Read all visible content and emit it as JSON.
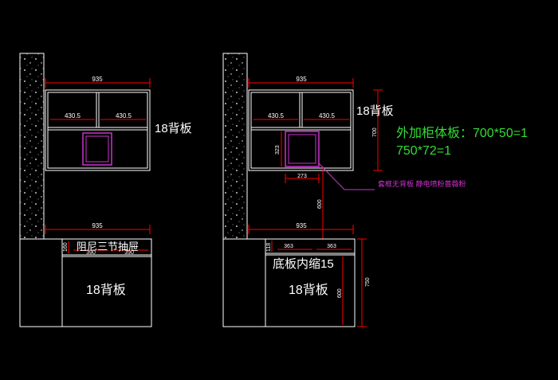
{
  "left_view": {
    "dim_top_width": "935",
    "dim_cell_left": "430.5",
    "dim_cell_right": "430.5",
    "back_panel_upper": "18背板",
    "dim_lower_width": "935",
    "drawer_label": "阻尼三节抽屉",
    "dim_drawer_height": "160",
    "dim_drawer_left": "390",
    "dim_drawer_right": "390",
    "back_panel_lower": "18背板"
  },
  "right_view": {
    "dim_top_width": "935",
    "dim_cell_left": "430.5",
    "dim_cell_right": "430.5",
    "back_panel_upper": "18背板",
    "dim_upper_height": "700",
    "dim_frame_height": "323",
    "dim_frame_width": "273",
    "dim_vertical_gap": "600",
    "frame_note": "套框无背板  静电喷粉蔷薇粉",
    "dim_lower_width": "935",
    "dim_drawer_left": "363",
    "dim_drawer_right": "363",
    "dim_drawer_height": "118",
    "bottom_note": "底板内缩15",
    "back_panel_lower": "18背板",
    "dim_lower_height": "600",
    "dim_total_height": "750",
    "extra_line_1": "外加柜体板：700*50=1",
    "extra_line_2": "750*72=1"
  },
  "colors": {
    "background": "#000000",
    "outline": "#ffffff",
    "dimension": "#ff0000",
    "highlight": "#cc33cc",
    "note_green": "#33dd33"
  }
}
